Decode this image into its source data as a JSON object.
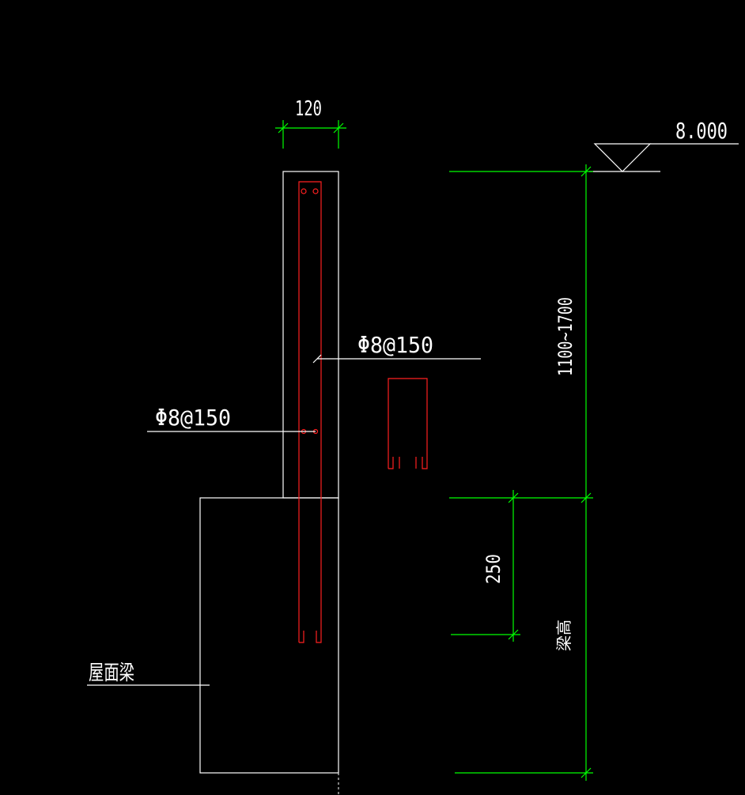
{
  "labels": {
    "dim_top_width": "120",
    "elevation": "8.000",
    "rebar_vertical": "Φ8@150",
    "rebar_horizontal": "Φ8@150",
    "dim_height_range": "1100~1700",
    "dim_anchor": "250",
    "beam_height": "梁高",
    "roof_beam": "屋面梁"
  },
  "colors": {
    "background": "#000000",
    "outline": "#ffffff",
    "dimension": "#00ff00",
    "rebar": "#ff2020"
  }
}
